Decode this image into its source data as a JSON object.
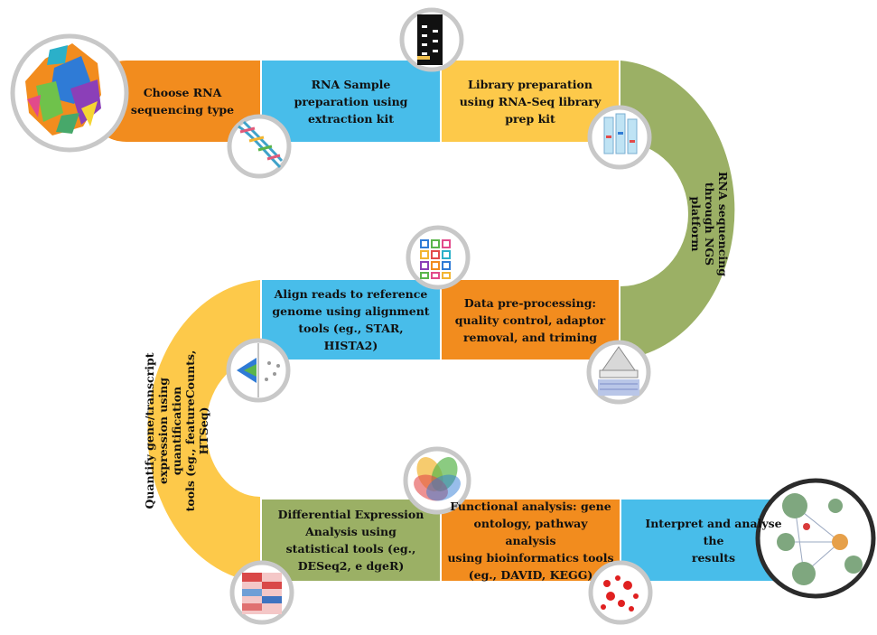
{
  "colors": {
    "orange": "#f28c1e",
    "blue": "#48bdea",
    "yellow": "#fdc94a",
    "green": "#9bb065",
    "ring": "#c8c8c8",
    "ring_dark": "#2b2b2b"
  },
  "steps": [
    {
      "id": "choose-rna",
      "label": "Choose RNA\nsequencing type",
      "color": "orange"
    },
    {
      "id": "rna-sample",
      "label": "RNA  Sample\npreparation  using\nextraction  kit",
      "color": "blue"
    },
    {
      "id": "library-prep",
      "label": "Library  preparation\nusing RNA-Seq  library\nprep kit",
      "color": "yellow"
    },
    {
      "id": "ngs",
      "label": "RNA  sequencing\nthrough  NGS\nplatform",
      "color": "green"
    },
    {
      "id": "data-preprocessing",
      "label": "Data pre-processing:\nquality control, adaptor\nremoval,  and  triming",
      "color": "orange"
    },
    {
      "id": "align-reads",
      "label": "Align reads to reference\ngenome using alignment\ntools (eg., STAR,\nHISTA2)",
      "color": "blue"
    },
    {
      "id": "quantify",
      "label": "Quantify  gene/transcript\nexpression using quantification\ntools (eg., featureCounts,\nHTSeq)",
      "color": "yellow"
    },
    {
      "id": "differential-expression",
      "label": "Differential Expression\nAnalysis using\nstatistical tools (eg.,\nDESeq2,  e dgeR)",
      "color": "green"
    },
    {
      "id": "functional-analysis",
      "label": "Functional analysis: gene\nontology, pathway  analysis\nusing bioinformatics  tools\n(eg., DAVID,  KEGG)",
      "color": "orange"
    },
    {
      "id": "interpret",
      "label": "Interpret  and  analyse the\nresults",
      "color": "blue"
    }
  ],
  "icons": [
    {
      "name": "rna-types-icon"
    },
    {
      "name": "dna-helix-icon"
    },
    {
      "name": "gel-ladder-icon"
    },
    {
      "name": "sample-tube-icon"
    },
    {
      "name": "sequencer-icon"
    },
    {
      "name": "plate-grid-icon"
    },
    {
      "name": "alignment-plot-icon"
    },
    {
      "name": "heatmap-icon"
    },
    {
      "name": "venn-diagram-icon"
    },
    {
      "name": "red-dots-icon"
    },
    {
      "name": "network-icon"
    }
  ]
}
